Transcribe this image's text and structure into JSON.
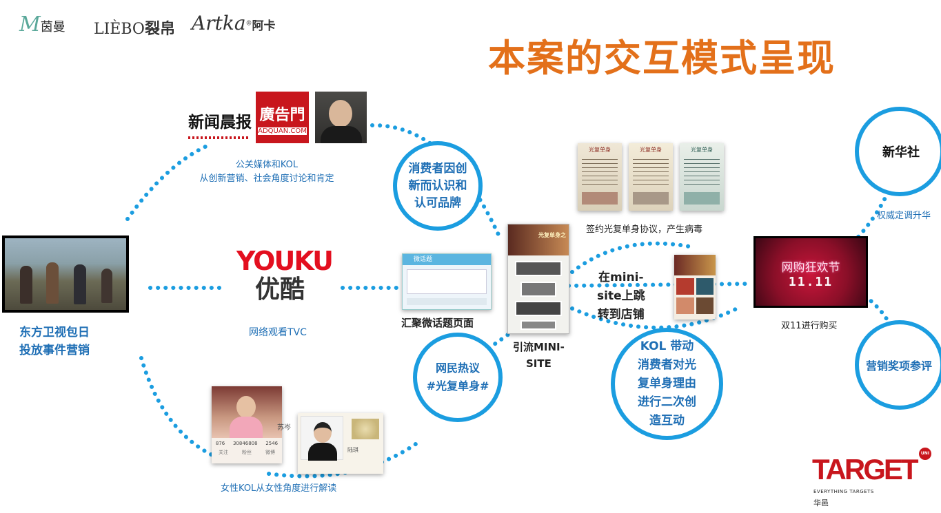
{
  "brands": {
    "yinman_script": "M",
    "yinman": "茵曼",
    "liebo": "LIÈBO",
    "liebo_cn": "裂帛",
    "artka": "Artka",
    "artka_cn": "阿卡",
    "artka_reg": "®"
  },
  "title": "本案的交互模式呈现",
  "nodes": {
    "dongfang": {
      "line1": "东方卫视包日",
      "line2": "投放事件营销"
    },
    "youku": {
      "logo": "YOUKU",
      "logo_cn": "优酷",
      "caption": "网络观看TVC"
    },
    "media": {
      "xinwen_text": "新闻晨报",
      "guanggao_text": "廣告門",
      "guanggao_sub": "ADQUAN.COM",
      "line1": "公关媒体和KOL",
      "line2": "从创新营销、社会角度讨论和肯定"
    },
    "consumer_circle": {
      "line1": "消费者因创",
      "line2": "新而认识和",
      "line3": "认可品牌"
    },
    "weibo_topic": {
      "header": "微话题",
      "caption": "汇聚微话题页面"
    },
    "netizen_circle": {
      "line1": "网民热议",
      "line2": "#光复单身#"
    },
    "female_kol": {
      "caption": "女性KOL从女性角度进行解读",
      "p1_name": "苏岑",
      "p1_stats": [
        "876",
        "30846808",
        "2546"
      ],
      "p1_stat_labels": [
        "关注",
        "粉丝",
        "微博"
      ],
      "p2_name": "陆琪"
    },
    "minisite": {
      "line1": "引流MINI-",
      "line2": "SITE",
      "banner": "光复单身之"
    },
    "sign": {
      "caption": "签约光复单身协议，产生病毒",
      "card_title": "光复单身"
    },
    "jump": {
      "line1": "在mini-",
      "line2": "site上跳",
      "line3": "转到店铺"
    },
    "kol_circle": {
      "line1": "KOL 带动",
      "line2": "消费者对光",
      "line3": "复单身理由",
      "line4": "进行二次创",
      "line5": "造互动"
    },
    "double11": {
      "screen_text": "网购狂欢节",
      "screen_num": "11.11",
      "caption": "双11进行购买"
    },
    "xinhua": {
      "label": "新华社",
      "caption": "权威定调升华"
    },
    "award": {
      "label": "营销奖项参评"
    }
  },
  "footer_logo": {
    "main": "TARGET",
    "badge": "UNI",
    "sub": "EVERYTHING TARGETS",
    "cn": "华邑"
  },
  "colors": {
    "accent": "#1b9de0",
    "title": "#e3701a",
    "text_blue": "#1f6fb5",
    "brand_red": "#c8161d"
  }
}
